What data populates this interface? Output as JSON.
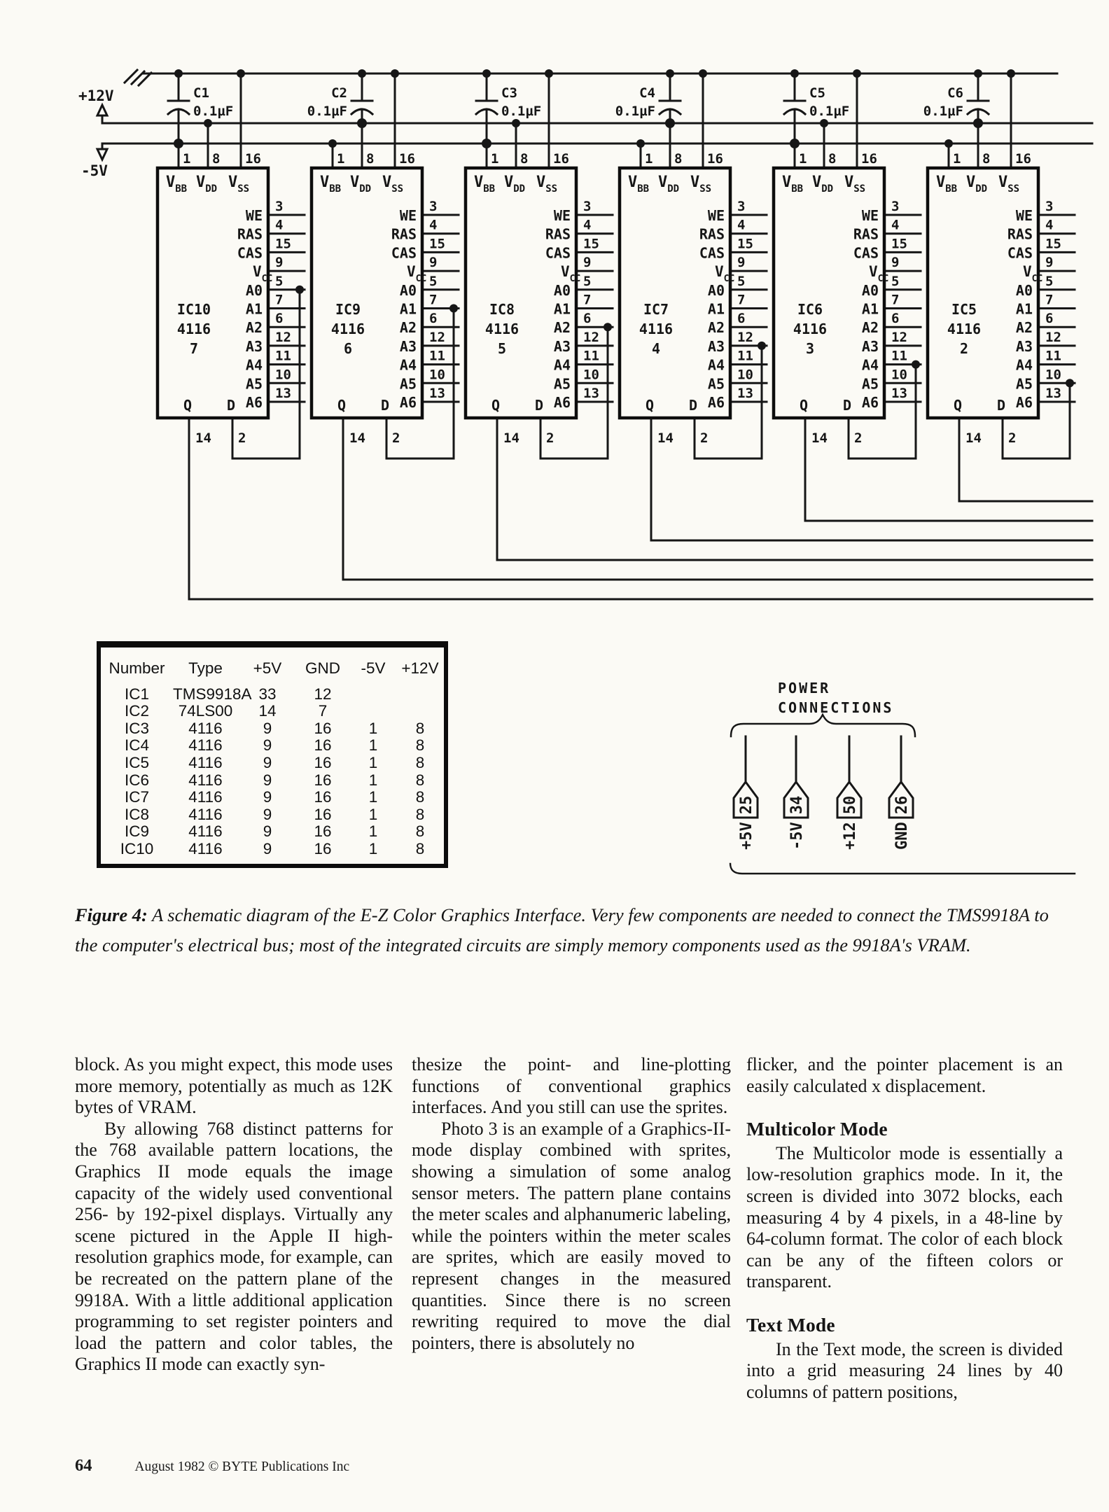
{
  "colors": {
    "paper": "#fbfaf5",
    "ink": "#161616"
  },
  "schematic": {
    "rails": {
      "plus12": "+12V",
      "minus5": "-5V"
    },
    "capacitors": [
      {
        "ref": "C1",
        "val": "0.1µF"
      },
      {
        "ref": "C2",
        "val": "0.1µF"
      },
      {
        "ref": "C3",
        "val": "0.1µF"
      },
      {
        "ref": "C4",
        "val": "0.1µF"
      },
      {
        "ref": "C5",
        "val": "0.1µF"
      },
      {
        "ref": "C6",
        "val": "0.1µF"
      }
    ],
    "ics": [
      {
        "ref": "IC10",
        "part": "4116",
        "num": "7"
      },
      {
        "ref": "IC9",
        "part": "4116",
        "num": "6"
      },
      {
        "ref": "IC8",
        "part": "4116",
        "num": "5"
      },
      {
        "ref": "IC7",
        "part": "4116",
        "num": "4"
      },
      {
        "ref": "IC6",
        "part": "4116",
        "num": "3"
      },
      {
        "ref": "IC5",
        "part": "4116",
        "num": "2"
      }
    ],
    "top_pins": [
      {
        "n": "1",
        "l": "V",
        "s": "BB"
      },
      {
        "n": "8",
        "l": "V",
        "s": "DD"
      },
      {
        "n": "16",
        "l": "V",
        "s": "SS"
      }
    ],
    "side_pins": [
      {
        "n": "3",
        "l": "WE"
      },
      {
        "n": "4",
        "l": "RAS"
      },
      {
        "n": "15",
        "l": "CAS"
      },
      {
        "n": "9",
        "l": "V",
        "s": "CC"
      },
      {
        "n": "5",
        "l": "A0"
      },
      {
        "n": "7",
        "l": "A1"
      },
      {
        "n": "6",
        "l": "A2"
      },
      {
        "n": "12",
        "l": "A3"
      },
      {
        "n": "11",
        "l": "A4"
      },
      {
        "n": "10",
        "l": "A5"
      },
      {
        "n": "13",
        "l": "A6"
      }
    ],
    "bottom_pins": [
      {
        "n": "14",
        "l": "Q"
      },
      {
        "n": "2",
        "l": "D"
      }
    ],
    "power_connections": {
      "title": [
        "POWER",
        "CONNECTIONS"
      ],
      "pins": [
        {
          "num": "25",
          "label": "+5V"
        },
        {
          "num": "34",
          "label": "-5V"
        },
        {
          "num": "50",
          "label": "+12"
        },
        {
          "num": "26",
          "label": "GND"
        }
      ]
    }
  },
  "table": {
    "headers": [
      "Number",
      "Type",
      "+5V",
      "GND",
      "-5V",
      "+12V"
    ],
    "rows": [
      [
        "IC1",
        "TMS9918A",
        "33",
        "12",
        "",
        ""
      ],
      [
        "IC2",
        "74LS00",
        "14",
        "7",
        "",
        ""
      ],
      [
        "IC3",
        "4116",
        "9",
        "16",
        "1",
        "8"
      ],
      [
        "IC4",
        "4116",
        "9",
        "16",
        "1",
        "8"
      ],
      [
        "IC5",
        "4116",
        "9",
        "16",
        "1",
        "8"
      ],
      [
        "IC6",
        "4116",
        "9",
        "16",
        "1",
        "8"
      ],
      [
        "IC7",
        "4116",
        "9",
        "16",
        "1",
        "8"
      ],
      [
        "IC8",
        "4116",
        "9",
        "16",
        "1",
        "8"
      ],
      [
        "IC9",
        "4116",
        "9",
        "16",
        "1",
        "8"
      ],
      [
        "IC10",
        "4116",
        "9",
        "16",
        "1",
        "8"
      ]
    ]
  },
  "caption": {
    "label": "Figure 4:",
    "text": "A schematic diagram of the E-Z Color Graphics Interface. Very few components are needed to connect the TMS9918A to the computer's electrical bus; most of the integrated circuits are simply memory components used as the 9918A's VRAM."
  },
  "columns": [
    {
      "blocks": [
        {
          "t": "p",
          "ind": false,
          "x": "block. As you might expect, this mode uses more memory, potentially as much as 12K bytes of VRAM."
        },
        {
          "t": "p",
          "ind": true,
          "x": "By allowing 768 distinct patterns for the 768 available pattern locations, the Graphics II mode equals the image capacity of the widely used conventional 256- by 192-pixel displays. Virtually any scene pictured in the Apple II high-resolution graphics mode, for example, can be recreated on the pattern plane of the 9918A. With a little additional application programming to set register pointers and load the pattern and color tables, the Graphics II mode can exactly syn-"
        }
      ]
    },
    {
      "blocks": [
        {
          "t": "p",
          "ind": false,
          "x": "thesize the point- and line-plotting functions of conventional graphics interfaces. And you still can use the sprites."
        },
        {
          "t": "p",
          "ind": true,
          "x": "Photo 3 is an example of a Graphics-II-mode display combined with sprites, showing a simulation of some analog sensor meters. The pattern plane contains the meter scales and alphanumeric labeling, while the pointers within the meter scales are sprites, which are easily moved to represent changes in the measured quantities. Since there is no screen rewriting required to move the dial pointers, there is absolutely no"
        }
      ]
    },
    {
      "blocks": [
        {
          "t": "p",
          "ind": false,
          "x": "flicker, and the pointer placement is an easily calculated x displacement."
        },
        {
          "t": "h",
          "x": "Multicolor Mode"
        },
        {
          "t": "p",
          "ind": true,
          "x": "The Multicolor mode is essentially a low-resolution graphics mode. In it, the screen is divided into 3072 blocks, each measuring 4 by 4 pixels, in a 48-line by 64-column format. The color of each block can be any of the fifteen colors or transparent."
        },
        {
          "t": "h",
          "x": "Text Mode"
        },
        {
          "t": "p",
          "ind": true,
          "x": "In the Text mode, the screen is divided into a grid measuring 24 lines by 40 columns of pattern positions,"
        }
      ]
    }
  ],
  "footer": {
    "page": "64",
    "credit": "August 1982 © BYTE Publications Inc"
  }
}
